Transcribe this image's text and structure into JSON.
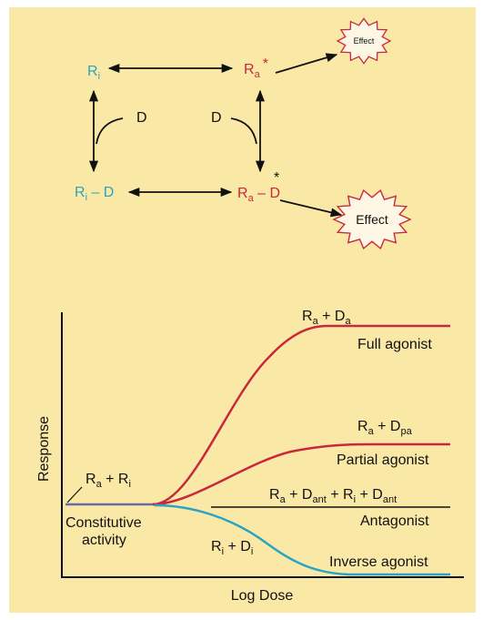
{
  "colors": {
    "background": "#fae9a6",
    "inactive": "#2aa3c4",
    "active": "#c8283c",
    "baseline": "#6b6aa8",
    "ink": "#111111"
  },
  "scheme": {
    "ri": {
      "main": "R",
      "sub": "i"
    },
    "ra": {
      "main": "R",
      "sub": "a",
      "star": "*"
    },
    "ri_d": {
      "main": "R",
      "sub": "i",
      "rest": " – D"
    },
    "ra_d": {
      "main": "R",
      "sub": "a",
      "rest": " – D",
      "star": "*"
    },
    "drug_left": "D",
    "drug_right": "D",
    "effect_small": "Effect",
    "effect_large": "Effect"
  },
  "graph": {
    "xlabel": "Log Dose",
    "ylabel": "Response",
    "full": {
      "name": "Full agonist",
      "main": "R",
      "sub1": "a",
      "plus": " + D",
      "sub2": "a"
    },
    "partial": {
      "name": "Partial agonist",
      "main": "R",
      "sub1": "a",
      "plus": " + D",
      "sub2": "pa"
    },
    "antagonist": {
      "name": "Antagonist",
      "p1": "R",
      "s1": "a",
      "p2": " + D",
      "s2": "ant",
      "p3": " + R",
      "s3": "i",
      "p4": " + D",
      "s4": "ant"
    },
    "inverse": {
      "name": "Inverse agonist",
      "main": "R",
      "sub1": "i",
      "plus": " + D",
      "sub2": "i"
    },
    "baseline": {
      "main": "R",
      "sub1": "a",
      "plus": " + R",
      "sub2": "i"
    },
    "constitutive_line1": "Constitutive",
    "constitutive_line2": "activity"
  }
}
